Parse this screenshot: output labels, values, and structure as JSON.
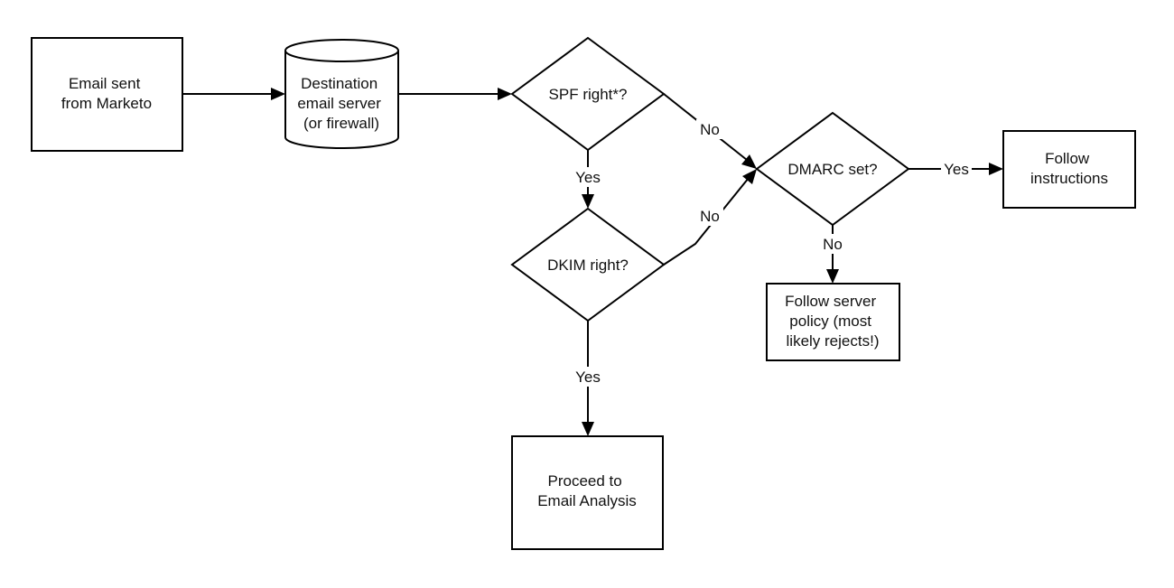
{
  "nodes": {
    "email_sent": {
      "lines": [
        "Email sent",
        "from Marketo"
      ]
    },
    "destination": {
      "lines": [
        "Destination",
        "email server",
        "(or firewall)"
      ]
    },
    "spf": {
      "lines": [
        "SPF right*?"
      ]
    },
    "dkim": {
      "lines": [
        "DKIM right?"
      ]
    },
    "dmarc": {
      "lines": [
        "DMARC set?"
      ]
    },
    "follow_instructions": {
      "lines": [
        "Follow",
        "instructions"
      ]
    },
    "follow_server_policy": {
      "lines": [
        "Follow server",
        "policy (most",
        "likely rejects!)"
      ]
    },
    "proceed": {
      "lines": [
        "Proceed to",
        "Email Analysis"
      ]
    }
  },
  "edges": {
    "spf_no": "No",
    "spf_yes": "Yes",
    "dkim_no": "No",
    "dkim_yes": "Yes",
    "dmarc_yes": "Yes",
    "dmarc_no": "No"
  },
  "colors": {
    "stroke": "#000000",
    "fill": "#ffffff",
    "text": "#111111"
  }
}
